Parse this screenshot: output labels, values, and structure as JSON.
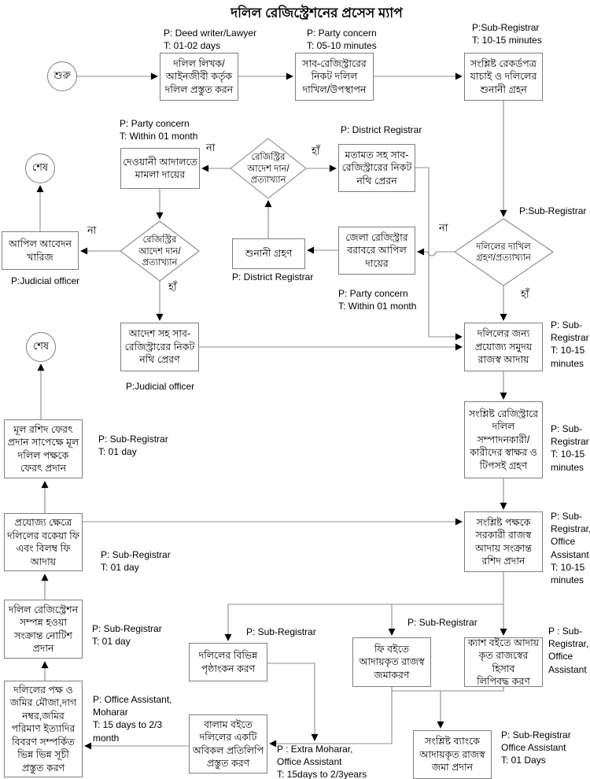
{
  "title": "দলিল রেজিস্ট্রেশনের প্রসেস ম্যাপ",
  "terminals": {
    "start": "শুরু",
    "end": "শেষ"
  },
  "decision_labels": {
    "yes": "হাঁ",
    "no": "না"
  },
  "nodes": {
    "prepare_deed": "দলিল লিখক/\nআইনজীবী কর্তৃক\nদলিল প্রস্তুত করন",
    "submit_deed": "সাব-রেজিস্ট্রারের\nনিকট দলিল\nদাখিল/উপস্থাপন",
    "verify_records": "সংশ্লিষ্ট রেকর্ডপত্র\nযাচাই ও দলিলের\nশুনানী গ্রহন",
    "civil_suit": "দেওয়ানী আদালতে\nমামলা দায়ের",
    "registrar_order_decision_1": "রেজিস্ট্রির\nআদেশ দান/\nপ্রত্যাখ্যান",
    "send_file_with_opinion": "মতামত সহ সাব-\nরেজিস্ট্রারের নিকট\nনথি প্রেরন",
    "appeal_dismissed": "আপিল আবেদন\nখারিজ",
    "registrar_order_decision_2": "রেজিস্ট্রির\nআদেশ দান/\nপ্রত্যাখ্যান",
    "hearing": "শুনানী গ্রহণ",
    "appeal_to_district_registrar": "জেলা রেজিস্ট্রার\nবরাবরে আপিল\nদায়ের",
    "deed_accept_decision": "দলিলের দাখিল\nগ্রহণ/প্রত্যাখ্যান",
    "send_file_with_order": "আদেশ সহ সাব-\nরেজিস্ট্রারের নিকট\nনথি প্রেরণ",
    "collect_revenue": "দলিলের জন্য\nপ্রযোজ্য সমুদয়\nরাজস্ব আদায়",
    "return_original_deed": "মূল রশিদ ফেরৎ\nপ্রদান সাপেক্ষে মূল\nদলিল পক্ষকে\nফেরৎ প্রদান",
    "signatures_thumbprints": "সংশ্লিষ্ট রেজিস্ট্রারে\nদলিল\nসম্পাদনকারী/\nকারীদের স্বাক্ষর ও\nটিপসই গ্রহণ",
    "collect_due_fees": "প্রযোজ্য ক্ষেত্রে\nদলিলের বকেয়া ফি\nএবং বিলম্ব ফি\nআদায়",
    "issue_revenue_receipt": "সংশ্লিষ্ট পক্ষকে\nসরকারী রাজস্ব\nআদায় সংক্রান্ত\nরশিদ প্রদান",
    "registration_notice": "দলিল রেজিস্ট্রেশন\nসম্পন্ন হওয়া\nসংক্রান্ত নোটিশ\nপ্রদান",
    "endorsement": "দলিলের বিভিন্ন\nপৃষ্ঠাংকন করণ",
    "fee_book_entry": "ফি বইতে\nআদায়কৃত রাজস্ব\nজমাকরণ",
    "cash_book_entry": "ক্যাশ বইতে আদায়\nকৃত রাজস্বের হিসাব\nলিপিবদ্ধ করণ",
    "prepare_indexes": "দলিলের পক্ষ ও\nজমির মৌজা,দাগ\nনম্বর,জমির\nপরিমাণ ইত্যাদির\nবিবরণ সম্পর্কিত\nভিন্ন ভিন্ন সূচী\nপ্রস্তুত করণ",
    "balam_copy": "বালাম বইতে\nদলিলের একটি\nঅবিকল প্রতিলিপি\nপ্রস্তুত করণ",
    "bank_deposit": "সংশ্লিষ্ট ব্যাংকে\nআদায়কৃত রাজস্ব\nজমা প্রদান"
  },
  "annotations": {
    "deed_writer": "P: Deed writer/Lawyer\nT: 01-02 days",
    "party_submit": "P: Party concern\nT: 05-10 minutes",
    "subregistrar_verify": "P:Sub-Registrar\nT: 10-15 minutes",
    "party_civil": "P: Party concern\nT: Within 01 month",
    "district_registrar_opinion": "P: District Registrar",
    "subregistrar_decision": "P:Sub-Registrar",
    "judicial_officer_dismiss": "P:Judicial officer",
    "district_registrar_hearing": "P: District Registrar",
    "party_appeal": "P: Party concern\nT: Within 01 month",
    "judicial_officer_order": "P:Judicial officer",
    "subregistrar_revenue": "P: Sub-\nRegistrar\nT: 10-15\nminutes",
    "subregistrar_return": "P: Sub-Registrar\nT: 01 day",
    "subregistrar_signature": "P: Sub-\nRegistrar\nT: 10-15\nminutes",
    "subregistrar_due": "P: Sub-Registrar\nT: 01 day",
    "subregistrar_receipt": "P: Sub-\nRegistrar,\nOffice\nAssistant\nT: 10-15\nminutes",
    "subregistrar_notice": "P: Sub-Registrar\nT: 01 day",
    "subregistrar_endorsement": "P: Sub-Registrar",
    "subregistrar_feebook": "P: Sub-Registrar",
    "subregistrar_cashbook": "P : Sub-\nRegistrar,\nOffice\nAssistant",
    "office_assistant_index": "P: Office Assistant,\nMoharar\nT: 15 days to 2/3\nmonth",
    "extra_moharar_balam": "P : Extra Moharar,\nOffice Assistant\nT: 15days to 2/3years",
    "subregistrar_bank": "P: Sub-Registrar\nOffice Assistant\nT: 01 Days"
  }
}
